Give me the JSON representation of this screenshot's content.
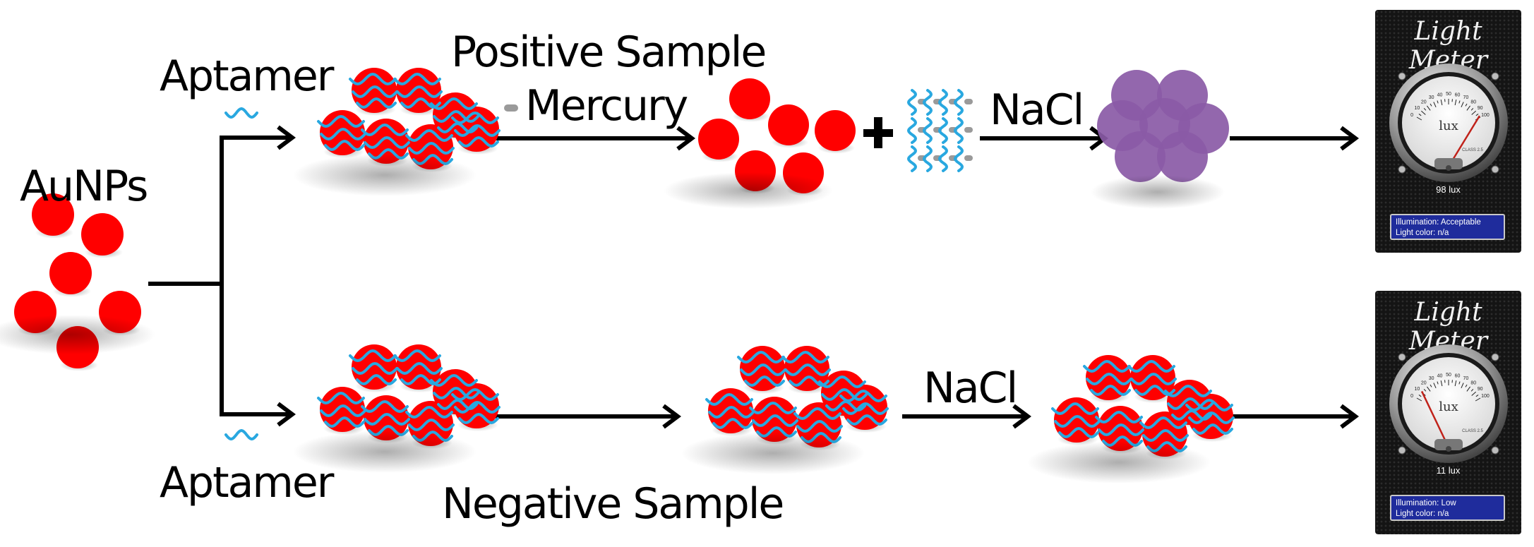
{
  "labels": {
    "aunps": "AuNPs",
    "aptamer_top": "Aptamer",
    "aptamer_bottom": "Aptamer",
    "positive_sample": "Positive Sample",
    "mercury": "Mercury",
    "nacl_top": "NaCl",
    "nacl_bottom": "NaCl",
    "negative_sample": "Negative Sample",
    "plus": "+"
  },
  "meters": [
    {
      "title": "Light Meter",
      "reading": "98 lux",
      "reading_value": 98,
      "illumination": "Illumination: Acceptable",
      "light_color": "Light color: n/a",
      "unit": "lux",
      "scale": [
        "0",
        "10",
        "20",
        "30",
        "40",
        "50",
        "60",
        "70",
        "80",
        "90",
        "100"
      ],
      "class_text": "CLASS 2.5"
    },
    {
      "title": "Light Meter",
      "reading": "11 lux",
      "reading_value": 11,
      "illumination": "Illumination: Low",
      "light_color": "Light color: n/a",
      "unit": "lux",
      "scale": [
        "0",
        "10",
        "20",
        "30",
        "40",
        "50",
        "60",
        "70",
        "80",
        "90",
        "100"
      ],
      "class_text": "CLASS 2.5"
    }
  ],
  "colors": {
    "particle": "#ff0000",
    "aptamer": "#29a8e0",
    "aggregate": "#8a5aa6",
    "mercury": "#9a9a9a"
  }
}
